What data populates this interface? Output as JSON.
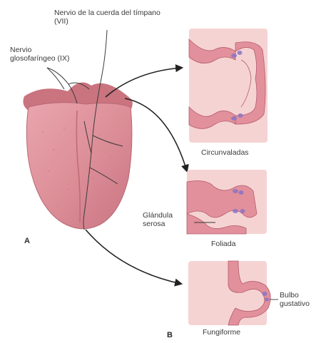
{
  "labels": {
    "chorda_tympani": "Nervio de la cuerda del tímpano (VII)",
    "glossopharyngeal": "Nervio glosofaríngeo (IX)",
    "circumvallate": "Circunvaladas",
    "foliate": "Foliada",
    "serous_gland": "Glándula serosa",
    "fungiform": "Fungiforme",
    "taste_bud": "Bulbo gustativo",
    "panel_a": "A",
    "panel_b": "B"
  },
  "colors": {
    "tongue": "#dd8f98",
    "tongue_dark": "#c66e7a",
    "panel_bg": "#f6d3d3",
    "tissue": "#e2909c",
    "tissue_edge": "#b35e6c",
    "taste_bud": "#8a74c4",
    "nerve": "#3b3b3b",
    "arrow": "#222222"
  }
}
